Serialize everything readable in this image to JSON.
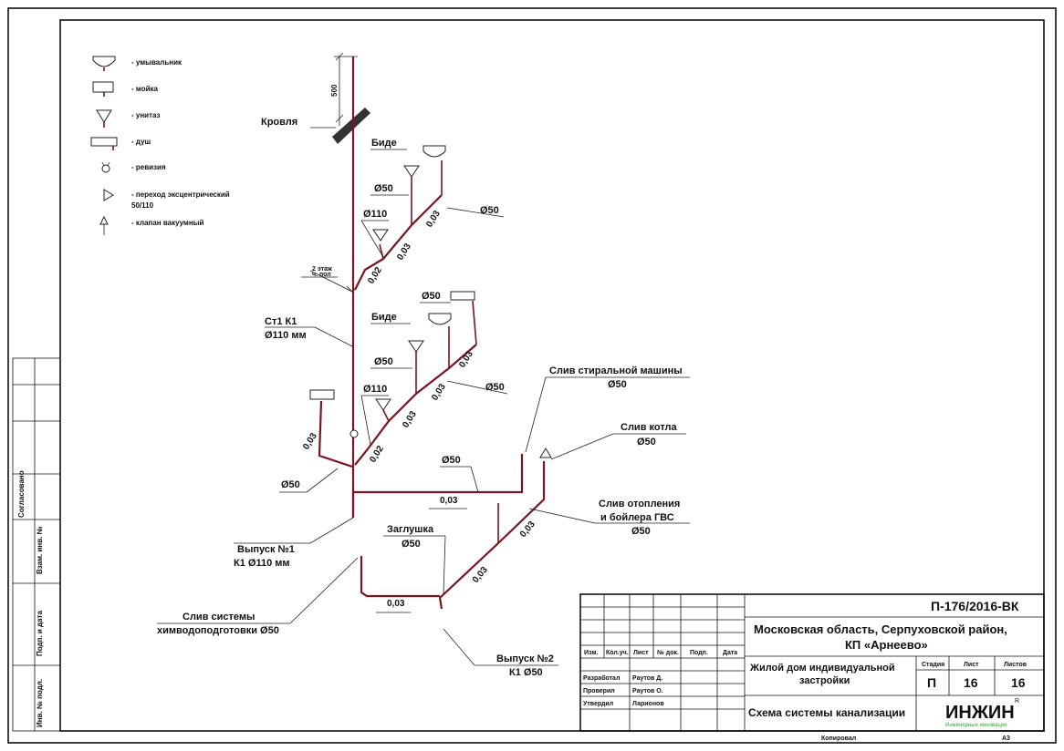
{
  "legend": [
    {
      "icon": "washbasin-icon",
      "text": "- умывальник"
    },
    {
      "icon": "sink-icon",
      "text": "- мойка"
    },
    {
      "icon": "toilet-icon",
      "text": "- унитаз"
    },
    {
      "icon": "shower-icon",
      "text": "- душ"
    },
    {
      "icon": "revision-icon",
      "text": "- ревизия"
    },
    {
      "icon": "eccentric-adapter-icon",
      "text": "- переход эксцентрический",
      "text2": "50/110"
    },
    {
      "icon": "vacuum-valve-icon",
      "text": "- клапан вакуумный"
    }
  ],
  "labels": {
    "roof": "Кровля",
    "roof_height": "500",
    "bidet_top": "Биде",
    "bidet_mid": "Биде",
    "floor2_a": "2 этаж",
    "floor2_b": "ч. пол",
    "riser_a": "Ст1 К1",
    "riser_b": "Ø110 мм",
    "washer_a": "Слив стиральной машины",
    "washer_b": "Ø50",
    "boiler_a": "Слив котла",
    "boiler_b": "Ø50",
    "heating_a": "Слив отопления",
    "heating_b": "и бойлера ГВС",
    "heating_c": "Ø50",
    "outlet1_a": "Выпуск №1",
    "outlet1_b": "К1 Ø110 мм",
    "plug_a": "Заглушка",
    "plug_b": "Ø50",
    "water_a": "Слив системы",
    "water_b": "химводоподготовки Ø50",
    "outlet2_a": "Выпуск №2",
    "outlet2_b": "К1 Ø50"
  },
  "diameters": {
    "d1": "Ø50",
    "d2": "Ø110",
    "d3": "Ø50",
    "d4": "Ø50",
    "d5": "Ø50",
    "d6": "Ø110",
    "d7": "Ø50",
    "d8": "Ø50",
    "d9": "Ø50"
  },
  "slopes": {
    "s1": "0,02",
    "s2": "0,03",
    "s3": "0,03",
    "s4": "0,03",
    "s5": "0,03",
    "s6": "0,03",
    "s7": "0,02",
    "s8": "0,03",
    "s9": "0,03",
    "s10": "0,03",
    "s11": "0,03",
    "s12": "0,03"
  },
  "side_stamp": {
    "agreed": "Согласовано",
    "replace": "Взам. инв. №",
    "sign_date": "Подп. и дата",
    "inv_orig": "Инв. № подл."
  },
  "title_block": {
    "code": "П-176/2016-ВК",
    "location_1": "Московская область, Серпуховской район,",
    "location_2": "КП «Арнеево»",
    "object_1": "Жилой дом индивидуальной",
    "object_2": "застройки",
    "sheet_name": "Схема системы канализации",
    "hdr_stage": "Стадия",
    "hdr_sheet": "Лист",
    "hdr_sheets": "Листов",
    "stage": "П",
    "sheet_no": "16",
    "sheets_total": "16",
    "col_headers": [
      "Изм.",
      "Кол.уч.",
      "Лист",
      "№ док.",
      "Подп.",
      "Дата"
    ],
    "people": [
      {
        "role": "Разработал",
        "name": "Раутов Д."
      },
      {
        "role": "Проверил",
        "name": "Раутов О."
      },
      {
        "role": "Утвердил",
        "name": "Ларионов"
      }
    ],
    "logo": "ИНЖИН",
    "logo_sub": "Инженерные инновации",
    "logo_mark": "R",
    "copied": "Копировал",
    "format": "А3"
  },
  "colors": {
    "pipe": "#7a1420",
    "logo_green": "#3aa935"
  }
}
